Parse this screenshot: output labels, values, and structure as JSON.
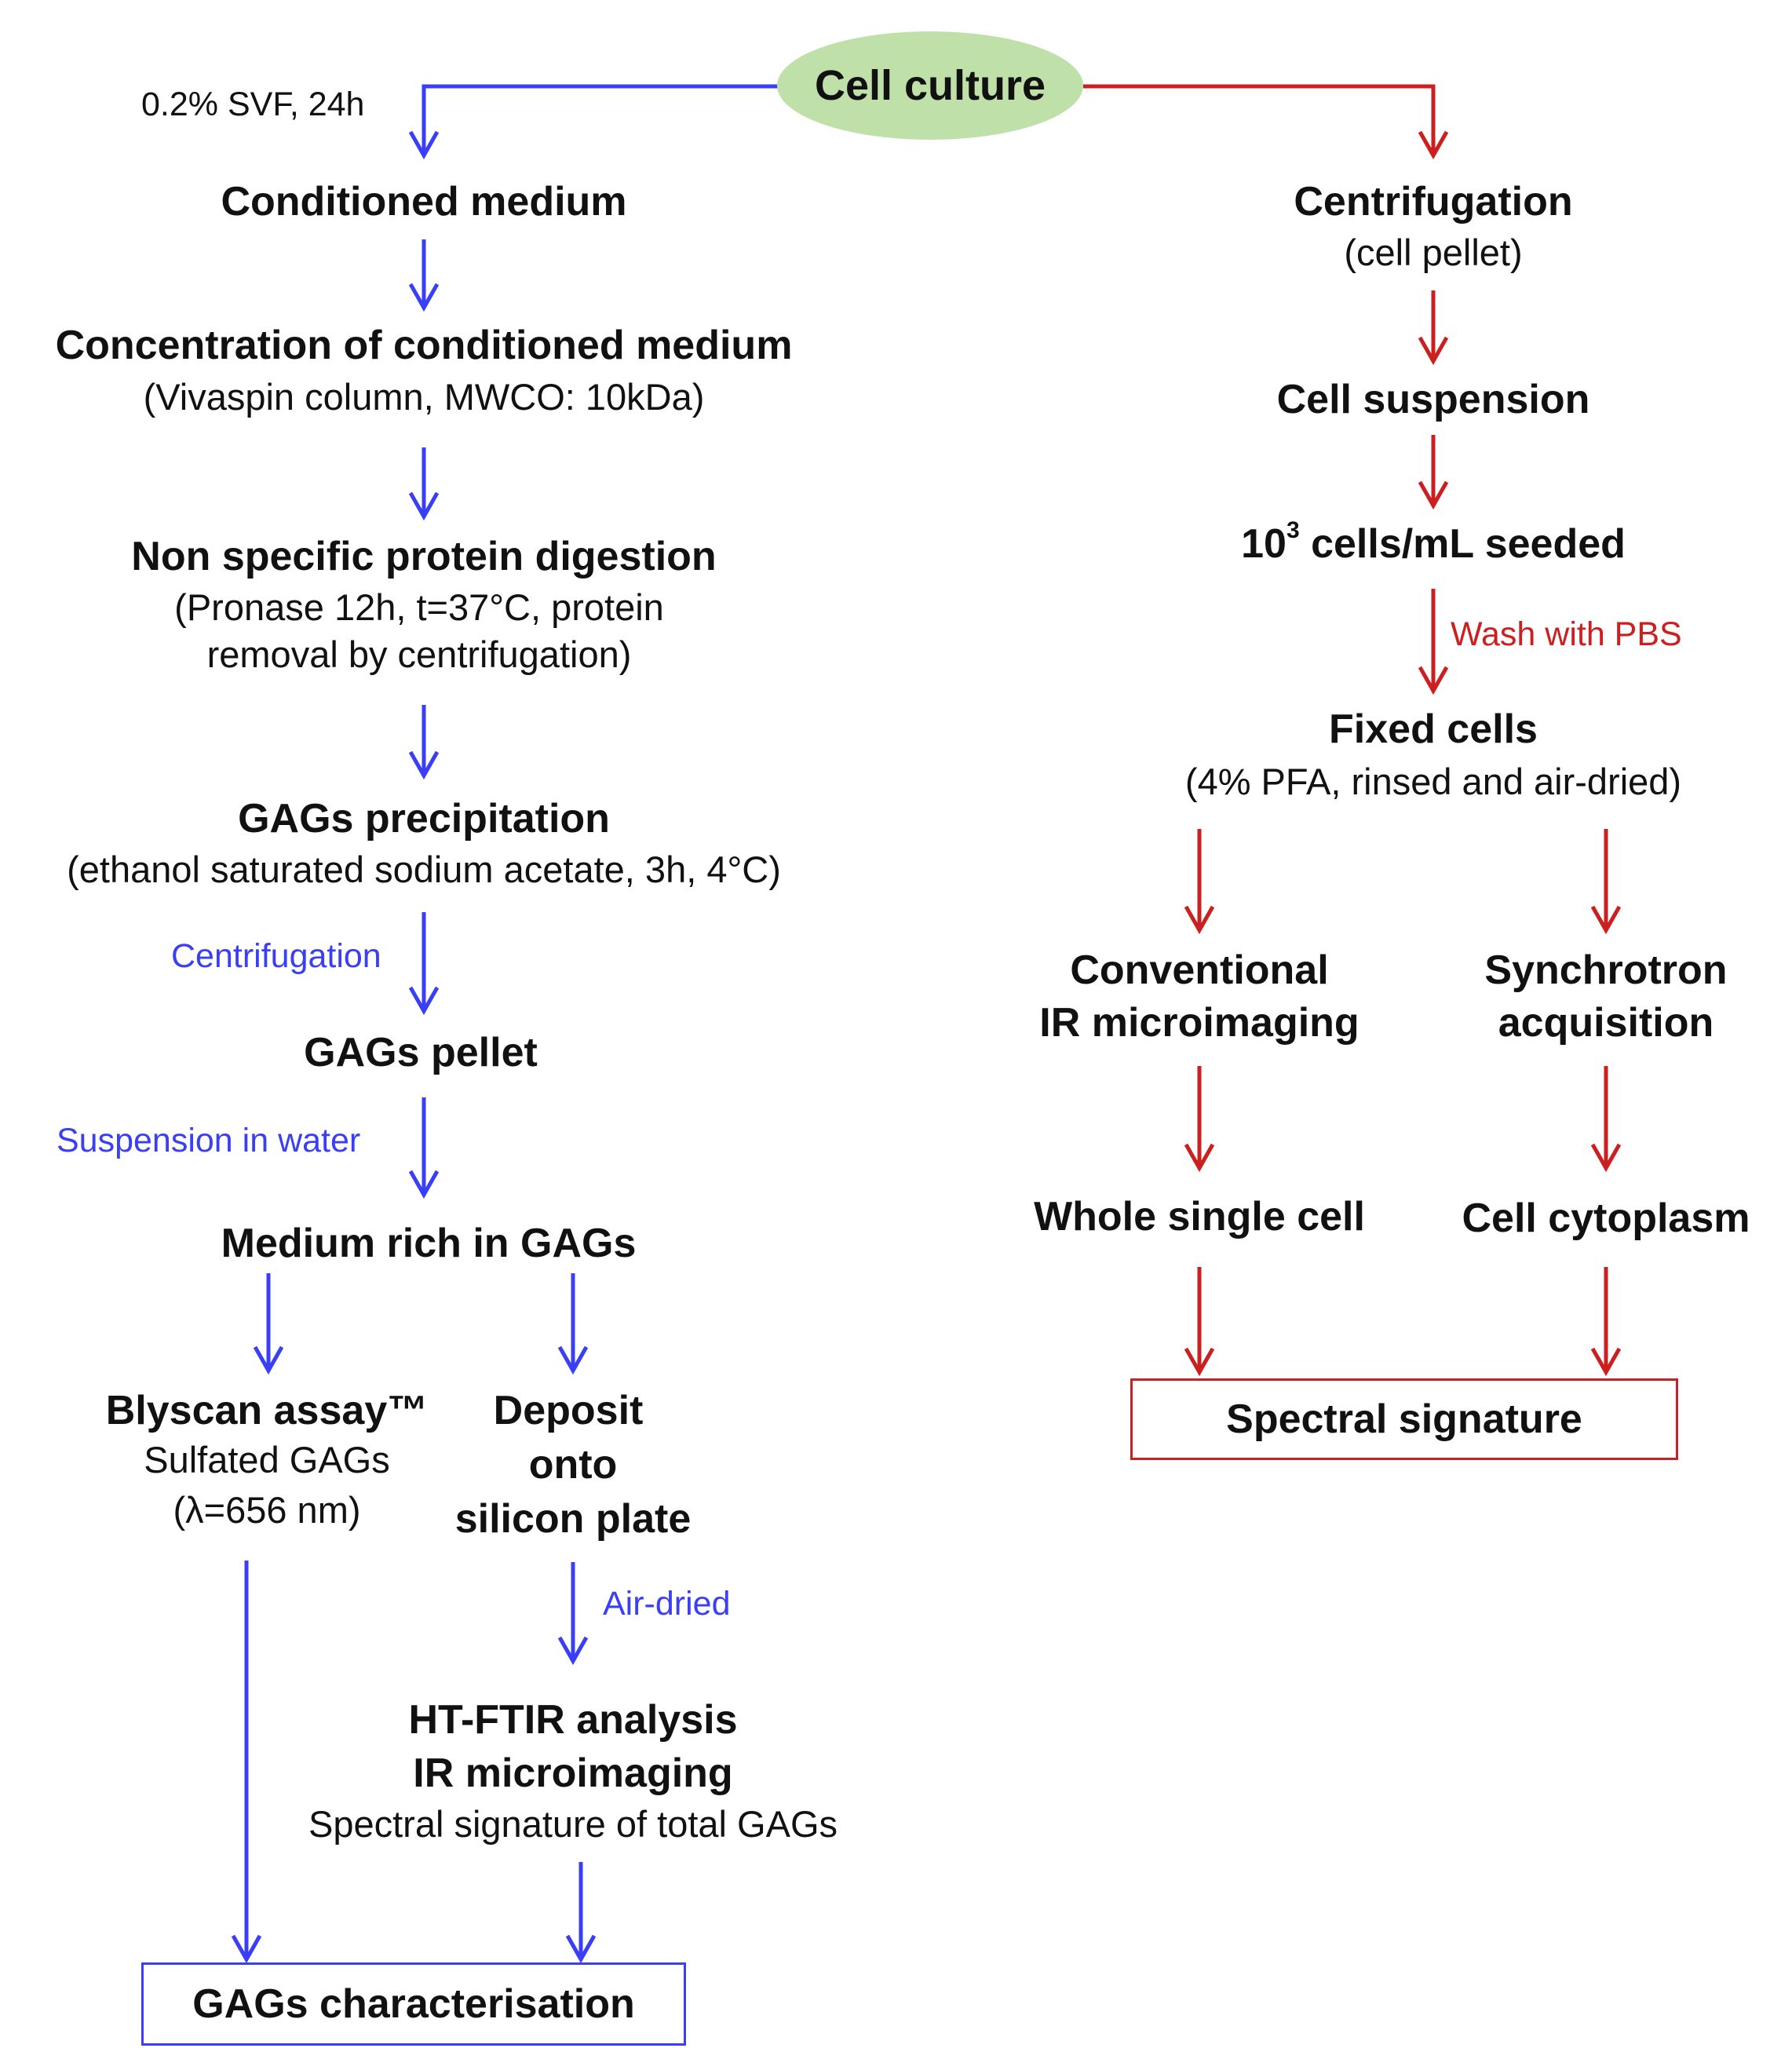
{
  "colors": {
    "blue": "#3a3ef5",
    "red": "#cc1f1f",
    "ellipse_fill": "#bfe0a9"
  },
  "start": "Cell culture",
  "left_branch": {
    "edge_label_top": "0.2% SVF, 24h",
    "conditioned_medium": "Conditioned medium",
    "concentration": {
      "title": "Concentration of conditioned medium",
      "detail": "(Vivaspin column, MWCO: 10kDa)"
    },
    "digestion": {
      "title": "Non specific protein digestion",
      "detail_1": "(Pronase 12h, t=37°C, protein",
      "detail_2": "removal by centrifugation)"
    },
    "precipitation": {
      "title": "GAGs precipitation",
      "detail": "(ethanol saturated sodium acetate, 3h, 4°C)"
    },
    "label_centrifugation": "Centrifugation",
    "pellet": "GAGs pellet",
    "label_suspension": "Suspension in water",
    "medium_rich": "Medium rich in GAGs",
    "blyscan": {
      "title": "Blyscan assay™",
      "line_2": "Sulfated GAGs",
      "line_3": "(λ=656 nm)"
    },
    "deposit": {
      "line_1": "Deposit",
      "line_2": "onto",
      "line_3": "silicon plate"
    },
    "label_air_dried": "Air-dried",
    "htftir": {
      "line_1": "HT-FTIR analysis",
      "line_2": "IR microimaging",
      "line_3": "Spectral signature of total GAGs"
    },
    "result": "GAGs characterisation"
  },
  "right_branch": {
    "centrifugation": {
      "title": "Centrifugation",
      "detail": "(cell pellet)"
    },
    "suspension": "Cell suspension",
    "seeded": {
      "base": "10",
      "exponent": "3",
      "rest": " cells/mL seeded"
    },
    "label_wash": "Wash with PBS",
    "fixed": {
      "title": "Fixed cells",
      "detail": "(4% PFA, rinsed and air-dried)"
    },
    "conventional": {
      "line_1": "Conventional",
      "line_2": "IR microimaging"
    },
    "synchrotron": {
      "line_1": "Synchrotron",
      "line_2": "acquisition"
    },
    "whole_cell": "Whole single cell",
    "cytoplasm": "Cell cytoplasm",
    "result": "Spectral signature"
  }
}
